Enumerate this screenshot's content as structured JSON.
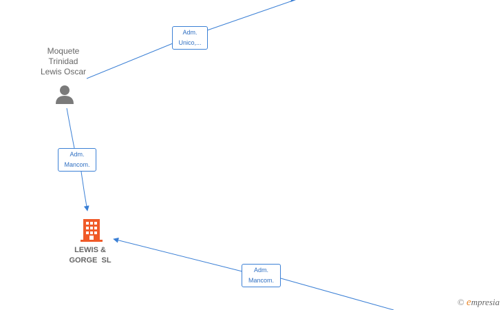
{
  "person": {
    "name_lines": [
      "Moquete",
      "Trinidad",
      "Lewis Oscar"
    ],
    "icon": "person-icon"
  },
  "company": {
    "name_lines": [
      "LEWIS &",
      "GORGE  SL"
    ],
    "icon": "building-icon"
  },
  "edges": [
    {
      "id": "edge-top",
      "label_lines": [
        "Adm.",
        "Unico,..."
      ]
    },
    {
      "id": "edge-mid",
      "label_lines": [
        "Adm.",
        "Mancom."
      ]
    },
    {
      "id": "edge-bottom",
      "label_lines": [
        "Adm.",
        "Mancom."
      ]
    }
  ],
  "watermark": {
    "copyright": "©",
    "brand_initial": "e",
    "brand_rest": "mpresia"
  },
  "colors": {
    "edge": "#3a7fd5",
    "person_icon": "#7a7a7a",
    "building_icon": "#f05a28",
    "text": "#666666"
  }
}
